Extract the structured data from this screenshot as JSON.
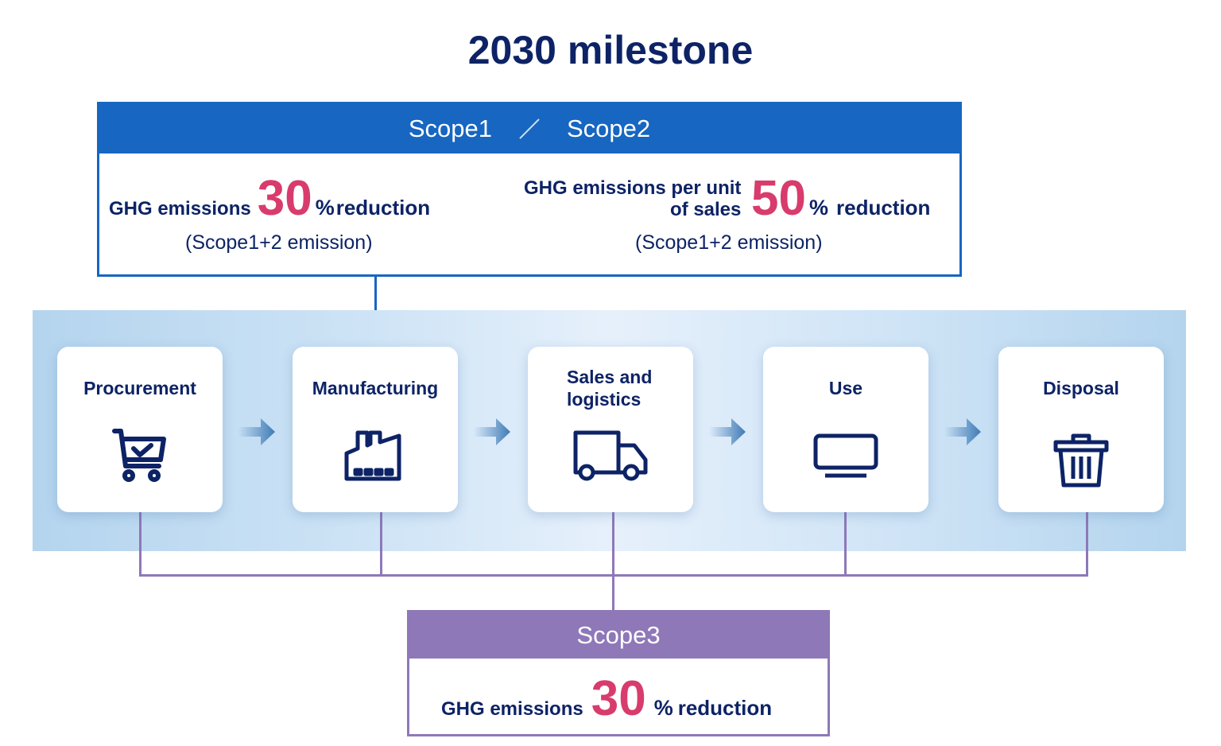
{
  "title": "2030 milestone",
  "scope12": {
    "header_left": "Scope1",
    "header_right": "Scope2",
    "left": {
      "label": "GHG emissions",
      "value": "30",
      "unit": "%",
      "suffix": "reduction",
      "note": "(Scope1+2 emission)"
    },
    "right": {
      "label_line1": "GHG emissions per unit",
      "label_line2": "of sales",
      "value": "50",
      "unit": "%",
      "suffix": "reduction",
      "note": "(Scope1+2 emission)"
    }
  },
  "stages": [
    {
      "label": "Procurement",
      "icon": "shopping-cart-check-icon"
    },
    {
      "label": "Manufacturing",
      "icon": "factory-icon"
    },
    {
      "label": "Sales and logistics",
      "icon": "truck-icon"
    },
    {
      "label": "Use",
      "icon": "monitor-icon"
    },
    {
      "label": "Disposal",
      "icon": "trash-icon"
    }
  ],
  "scope3": {
    "header": "Scope3",
    "label": "GHG emissions",
    "value": "30",
    "unit": "%",
    "suffix": "reduction"
  },
  "colors": {
    "navy": "#0d2366",
    "blue": "#1766c1",
    "pink": "#d83c6c",
    "purple": "#8e78b8"
  }
}
